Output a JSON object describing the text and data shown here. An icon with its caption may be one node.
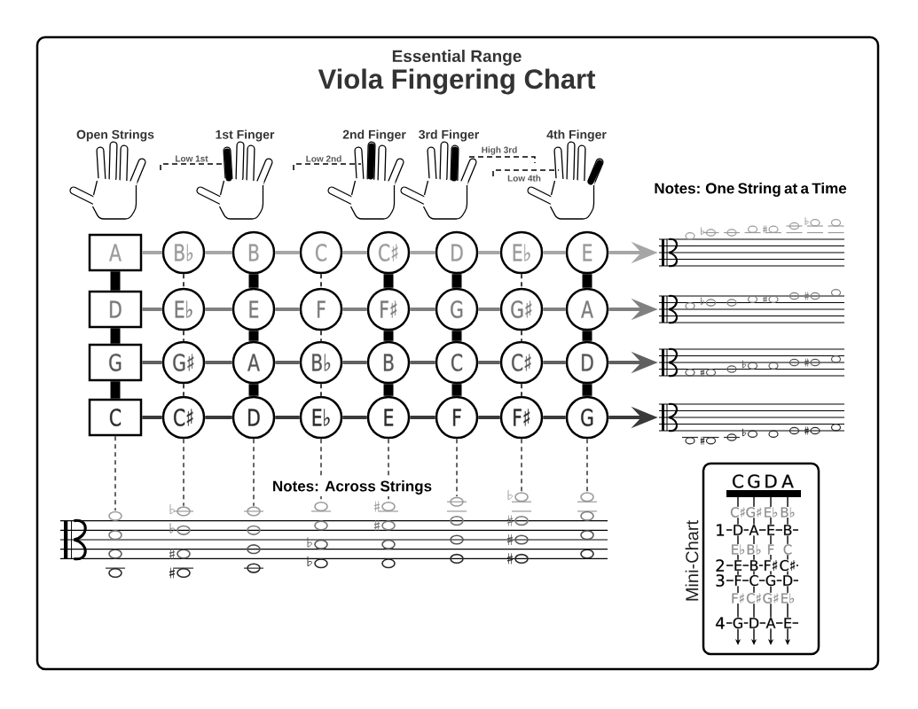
{
  "diagram": {
    "title": "Viola Fingering Chart",
    "nodes": [
      {
        "text": [
          "Open Strings"
        ]
      },
      {
        "text": [
          "1st Finger"
        ]
      },
      {
        "text": [
          "2nd Finger"
        ]
      },
      {
        "text": [
          "3rd Finger"
        ]
      },
      {
        "text": [
          "4th Finger"
        ]
      },
      {
        "text": [
          "A"
        ]
      },
      {
        "text": [
          "B♭"
        ]
      },
      {
        "text": [
          "B"
        ]
      },
      {
        "text": [
          "C"
        ]
      },
      {
        "text": [
          "C♯"
        ]
      },
      {
        "text": [
          "D"
        ]
      },
      {
        "text": [
          "E♭"
        ]
      },
      {
        "text": [
          "E"
        ]
      },
      {
        "text": [
          "D"
        ]
      },
      {
        "text": [
          "E♭"
        ]
      },
      {
        "text": [
          "E"
        ]
      },
      {
        "text": [
          "F"
        ]
      },
      {
        "text": [
          "F♯"
        ]
      },
      {
        "text": [
          "G"
        ]
      },
      {
        "text": [
          "G♯"
        ]
      },
      {
        "text": [
          "A"
        ]
      },
      {
        "text": [
          "G"
        ]
      },
      {
        "text": [
          "G♯"
        ]
      },
      {
        "text": [
          "A"
        ]
      },
      {
        "text": [
          "B♭"
        ]
      },
      {
        "text": [
          "B"
        ]
      },
      {
        "text": [
          "C"
        ]
      },
      {
        "text": [
          "C♯"
        ]
      },
      {
        "text": [
          "D"
        ]
      },
      {
        "text": [
          "C"
        ]
      },
      {
        "text": [
          "C♯"
        ]
      },
      {
        "text": [
          "D"
        ]
      },
      {
        "text": [
          "E♭"
        ]
      },
      {
        "text": [
          "E"
        ]
      },
      {
        "text": [
          "F"
        ]
      },
      {
        "text": [
          "F♯"
        ]
      },
      {
        "text": [
          "G"
        ]
      },
      {
        "text": [],
        "shape": "picture"
      },
      {
        "text": [],
        "shape": "picture"
      },
      {
        "text": [],
        "shape": "picture"
      },
      {
        "text": [],
        "shape": "picture"
      },
      {
        "text": [],
        "shape": "picture"
      },
      {
        "text": [],
        "shape": "picture"
      },
      {
        "text": [],
        "shape": "picture"
      },
      {
        "text": [],
        "shape": "picture"
      },
      {
        "text": [],
        "shape": "picture"
      },
      {
        "text": [],
        "shape": "picture"
      },
      {
        "text": [],
        "shape": "picture"
      },
      {
        "text": [],
        "shape": "picture"
      },
      {
        "text": [
          "Mini-Chart"
        ]
      }
    ],
    "edges": [
      {
        "from": 5,
        "to": 6,
        "arrow": "none",
        "color": "#a6a6a6"
      },
      {
        "from": 6,
        "to": 7,
        "arrow": "none",
        "color": "#a6a6a6"
      },
      {
        "from": 7,
        "to": 8,
        "arrow": "none",
        "color": "#a6a6a6"
      },
      {
        "from": 8,
        "to": 9,
        "arrow": "none",
        "color": "#a6a6a6"
      },
      {
        "from": 9,
        "to": 10,
        "arrow": "none",
        "color": "#a6a6a6"
      },
      {
        "from": 10,
        "to": 11,
        "arrow": "none",
        "color": "#a6a6a6"
      },
      {
        "from": 11,
        "to": 12,
        "arrow": "none",
        "color": "#a6a6a6"
      },
      {
        "from": 12,
        "to": 37,
        "arrow": "to",
        "color": "#a6a6a6"
      },
      {
        "from": 13,
        "to": 14,
        "arrow": "none",
        "color": "#808080"
      },
      {
        "from": 14,
        "to": 15,
        "arrow": "none",
        "color": "#808080"
      },
      {
        "from": 15,
        "to": 16,
        "arrow": "none",
        "color": "#808080"
      },
      {
        "from": 16,
        "to": 17,
        "arrow": "none",
        "color": "#808080"
      },
      {
        "from": 17,
        "to": 18,
        "arrow": "none",
        "color": "#808080"
      },
      {
        "from": 18,
        "to": 19,
        "arrow": "none",
        "color": "#808080"
      },
      {
        "from": 19,
        "to": 20,
        "arrow": "none",
        "color": "#808080"
      },
      {
        "from": 20,
        "to": 38,
        "arrow": "to",
        "color": "#808080"
      },
      {
        "from": 21,
        "to": 22,
        "arrow": "none",
        "color": "#606060"
      },
      {
        "from": 22,
        "to": 23,
        "arrow": "none",
        "color": "#606060"
      },
      {
        "from": 23,
        "to": 24,
        "arrow": "none",
        "color": "#606060"
      },
      {
        "from": 24,
        "to": 25,
        "arrow": "none",
        "color": "#606060"
      },
      {
        "from": 25,
        "to": 26,
        "arrow": "none",
        "color": "#606060"
      },
      {
        "from": 26,
        "to": 27,
        "arrow": "none",
        "color": "#606060"
      },
      {
        "from": 27,
        "to": 28,
        "arrow": "none",
        "color": "#606060"
      },
      {
        "from": 28,
        "to": 39,
        "arrow": "to",
        "color": "#606060"
      },
      {
        "from": 29,
        "to": 30,
        "arrow": "none",
        "color": "#3a3a3a"
      },
      {
        "from": 30,
        "to": 31,
        "arrow": "none",
        "color": "#3a3a3a"
      },
      {
        "from": 31,
        "to": 32,
        "arrow": "none",
        "color": "#3a3a3a"
      },
      {
        "from": 32,
        "to": 33,
        "arrow": "none",
        "color": "#3a3a3a"
      },
      {
        "from": 33,
        "to": 34,
        "arrow": "none",
        "color": "#3a3a3a"
      },
      {
        "from": 34,
        "to": 35,
        "arrow": "none",
        "color": "#3a3a3a"
      },
      {
        "from": 35,
        "to": 36,
        "arrow": "none",
        "color": "#3a3a3a"
      },
      {
        "from": 36,
        "to": 40,
        "arrow": "to",
        "color": "#3a3a3a"
      },
      {
        "from": 5,
        "to": 13,
        "arrow": "none",
        "style": "thick",
        "color": "#000000"
      },
      {
        "from": 13,
        "to": 21,
        "arrow": "none",
        "style": "thick",
        "color": "#000000"
      },
      {
        "from": 21,
        "to": 29,
        "arrow": "none",
        "style": "thick",
        "color": "#000000"
      },
      {
        "from": 6,
        "to": 14,
        "arrow": "none",
        "style": "dashed",
        "color": "#000000"
      },
      {
        "from": 14,
        "to": 22,
        "arrow": "none",
        "style": "dashed",
        "color": "#000000"
      },
      {
        "from": 22,
        "to": 30,
        "arrow": "none",
        "style": "dashed",
        "color": "#000000"
      },
      {
        "from": 7,
        "to": 15,
        "arrow": "none",
        "style": "thick",
        "color": "#000000"
      },
      {
        "from": 15,
        "to": 23,
        "arrow": "none",
        "style": "thick",
        "color": "#000000"
      },
      {
        "from": 23,
        "to": 31,
        "arrow": "none",
        "style": "thick",
        "color": "#000000"
      },
      {
        "from": 8,
        "to": 16,
        "arrow": "none",
        "style": "dashed",
        "color": "#000000"
      },
      {
        "from": 16,
        "to": 24,
        "arrow": "none",
        "style": "dashed",
        "color": "#000000"
      },
      {
        "from": 24,
        "to": 32,
        "arrow": "none",
        "style": "dashed",
        "color": "#000000"
      },
      {
        "from": 9,
        "to": 17,
        "arrow": "none",
        "style": "thick",
        "color": "#000000"
      },
      {
        "from": 17,
        "to": 25,
        "arrow": "none",
        "style": "thick",
        "color": "#000000"
      },
      {
        "from": 25,
        "to": 33,
        "arrow": "none",
        "style": "thick",
        "color": "#000000"
      },
      {
        "from": 10,
        "to": 18,
        "arrow": "none",
        "style": "thick",
        "color": "#000000"
      },
      {
        "from": 18,
        "to": 26,
        "arrow": "none",
        "style": "thick",
        "color": "#000000"
      },
      {
        "from": 26,
        "to": 34,
        "arrow": "none",
        "style": "thick",
        "color": "#000000"
      },
      {
        "from": 11,
        "to": 19,
        "arrow": "none",
        "style": "dashed",
        "color": "#000000"
      },
      {
        "from": 19,
        "to": 27,
        "arrow": "none",
        "style": "dashed",
        "color": "#000000"
      },
      {
        "from": 27,
        "to": 35,
        "arrow": "none",
        "style": "dashed",
        "color": "#000000"
      },
      {
        "from": 12,
        "to": 20,
        "arrow": "none",
        "style": "thick",
        "color": "#000000"
      },
      {
        "from": 20,
        "to": 28,
        "arrow": "none",
        "style": "thick",
        "color": "#000000"
      },
      {
        "from": 28,
        "to": 36,
        "arrow": "none",
        "style": "thick",
        "color": "#000000"
      },
      {
        "from": 29,
        "to": 41,
        "arrow": "none",
        "style": "dashed",
        "color": "#333333"
      },
      {
        "from": 30,
        "to": 42,
        "arrow": "none",
        "style": "dashed",
        "color": "#333333"
      },
      {
        "from": 31,
        "to": 43,
        "arrow": "none",
        "style": "dashed",
        "color": "#333333"
      },
      {
        "from": 32,
        "to": 44,
        "arrow": "none",
        "style": "dashed",
        "color": "#333333"
      },
      {
        "from": 33,
        "to": 45,
        "arrow": "none",
        "style": "dashed",
        "color": "#333333"
      },
      {
        "from": 34,
        "to": 46,
        "arrow": "none",
        "style": "dashed",
        "color": "#333333"
      },
      {
        "from": 35,
        "to": 47,
        "arrow": "none",
        "style": "dashed",
        "color": "#333333"
      },
      {
        "from": 36,
        "to": 48,
        "arrow": "none",
        "style": "dashed",
        "color": "#333333"
      }
    ],
    "labels": [
      "Essential Range",
      "Low 1st",
      "Low 2nd",
      "High 3rd",
      "Low 4th",
      "Notes: One String at a Time",
      "Notes: Across Strings",
      "C",
      "G",
      "D",
      "A",
      "C♯",
      "G♯",
      "E♭",
      "B♭",
      "1",
      "D",
      "A",
      "E",
      "B",
      "E♭",
      "B♭",
      "F",
      "C",
      "2",
      "E",
      "B",
      "F♯",
      "C♯",
      "3",
      "F",
      "C",
      "G",
      "D",
      "F♯",
      "C♯",
      "G♯",
      "E♭",
      "4",
      "G",
      "D",
      "A",
      "E"
    ]
  }
}
